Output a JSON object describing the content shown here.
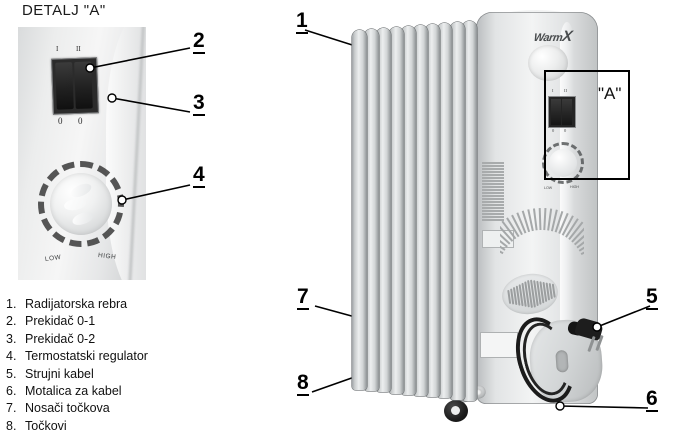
{
  "detail": {
    "title": "DETALJ \"A\"",
    "switch_marks": {
      "left_top": "I",
      "right_top": "II",
      "left_bottom": "0",
      "right_bottom": "0"
    },
    "dial_labels": {
      "low": "LOW",
      "high": "HIGH"
    }
  },
  "callout_box": {
    "label": "\"A\""
  },
  "product": {
    "brand_prefix": "Warm",
    "brand_suffix": "X",
    "sticker_caution": "",
    "rating_plate": "",
    "lower_label": ""
  },
  "callouts": [
    {
      "id": "1",
      "num": "1"
    },
    {
      "id": "2",
      "num": "2"
    },
    {
      "id": "3",
      "num": "3"
    },
    {
      "id": "4",
      "num": "4"
    },
    {
      "id": "5",
      "num": "5"
    },
    {
      "id": "6",
      "num": "6"
    },
    {
      "id": "7",
      "num": "7"
    },
    {
      "id": "8",
      "num": "8"
    }
  ],
  "legend": {
    "items": [
      {
        "num": "1.",
        "label": "Radijatorska rebra"
      },
      {
        "num": "2.",
        "label": "Prekidač 0-1"
      },
      {
        "num": "3.",
        "label": "Prekidač 0-2"
      },
      {
        "num": "4.",
        "label": "Termostatski regulator"
      },
      {
        "num": "5.",
        "label": "Strujni kabel"
      },
      {
        "num": "6.",
        "label": "Motalica za kabel"
      },
      {
        "num": "7.",
        "label": "Nosači točkova"
      },
      {
        "num": "8.",
        "label": "Točkovi"
      }
    ]
  },
  "colors": {
    "background": "#ffffff",
    "line": "#000000",
    "text": "#111111",
    "body_light": "#f3f4f4",
    "body_mid": "#c9cccd",
    "body_dark": "#8e9294",
    "wheel": "#1c1c1c"
  }
}
